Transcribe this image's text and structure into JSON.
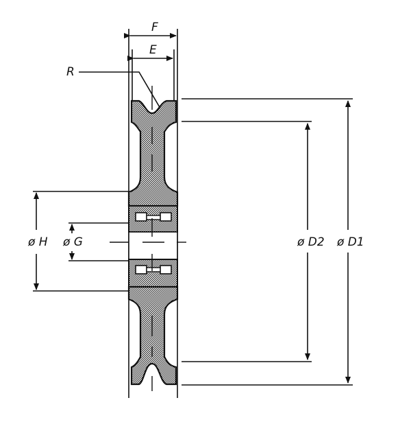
{
  "diagram": {
    "type": "pulley-wheel-cross-section",
    "labels": {
      "F": "F",
      "E": "E",
      "R": "R",
      "H": "ø H",
      "G": "ø G",
      "D2": "ø D2",
      "D1": "ø D1"
    },
    "colors": {
      "line": "#111111",
      "hatch": "#8a8a8a",
      "background": "#ffffff"
    }
  }
}
